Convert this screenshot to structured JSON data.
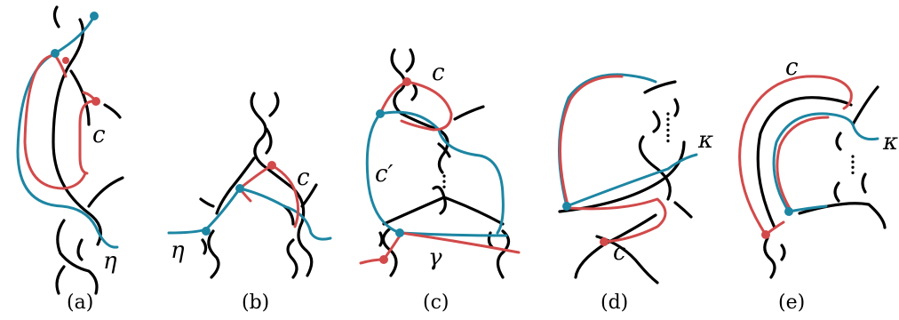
{
  "panels": [
    {
      "id": "a",
      "caption": "(a)",
      "labels": [
        "c",
        "η"
      ]
    },
    {
      "id": "b",
      "caption": "(b)",
      "labels": [
        "c",
        "η"
      ]
    },
    {
      "id": "c",
      "caption": "(c)",
      "labels": [
        "c",
        "c′",
        "γ"
      ]
    },
    {
      "id": "d",
      "caption": "(d)",
      "labels": [
        "κ",
        "c"
      ]
    },
    {
      "id": "e",
      "caption": "(e)",
      "labels": [
        "c",
        "κ"
      ]
    }
  ],
  "colors": {
    "strand": "#000000",
    "curve_red": "#d24a4a",
    "curve_blue": "#1d86a3"
  }
}
